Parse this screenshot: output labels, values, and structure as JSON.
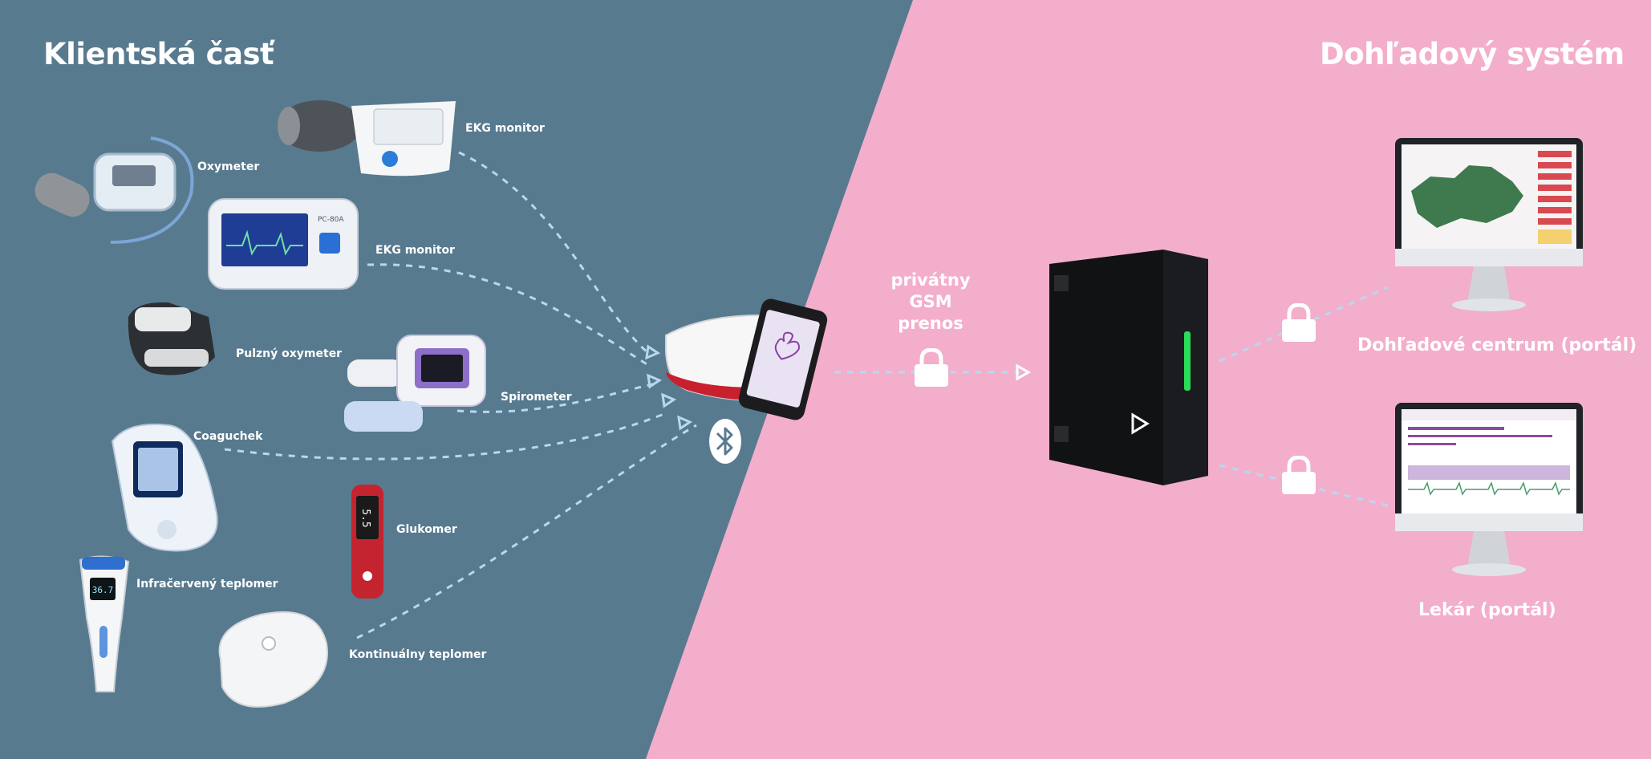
{
  "headings": {
    "left": "Klientská časť",
    "right": "Dohľadový systém"
  },
  "devices": {
    "ekg_monitor_top": "EKG monitor",
    "oxymeter": "Oxymeter",
    "ekg_monitor_handheld": "EKG monitor",
    "pulse_oxymeter": "Pulzný oxymeter",
    "spirometer": "Spirometer",
    "coaguchek": "Coaguchek",
    "glukomer": "Glukomer",
    "infrared_thermometer": "Infračervený teplomer",
    "continuous_thermometer": "Kontinuálny teplomer"
  },
  "transmission": {
    "line1": "privátny",
    "line2": "GSM",
    "line3": "prenos"
  },
  "portals": {
    "monitoring_center": "Dohľadové centrum (portál)",
    "doctor": "Lekár (portál)"
  },
  "device_screen_text": {
    "glucometer_reading": "5.5",
    "ekg_model": "PC-80A",
    "thermometer_reading": "36.7"
  },
  "colors": {
    "client_side_bg": "#587a8f",
    "monitoring_side_bg": "#f3aecb",
    "connector": "#b8d8f0"
  },
  "icons": {
    "bluetooth": "bluetooth-icon",
    "lock": "lock-icon",
    "play": "play-icon"
  }
}
